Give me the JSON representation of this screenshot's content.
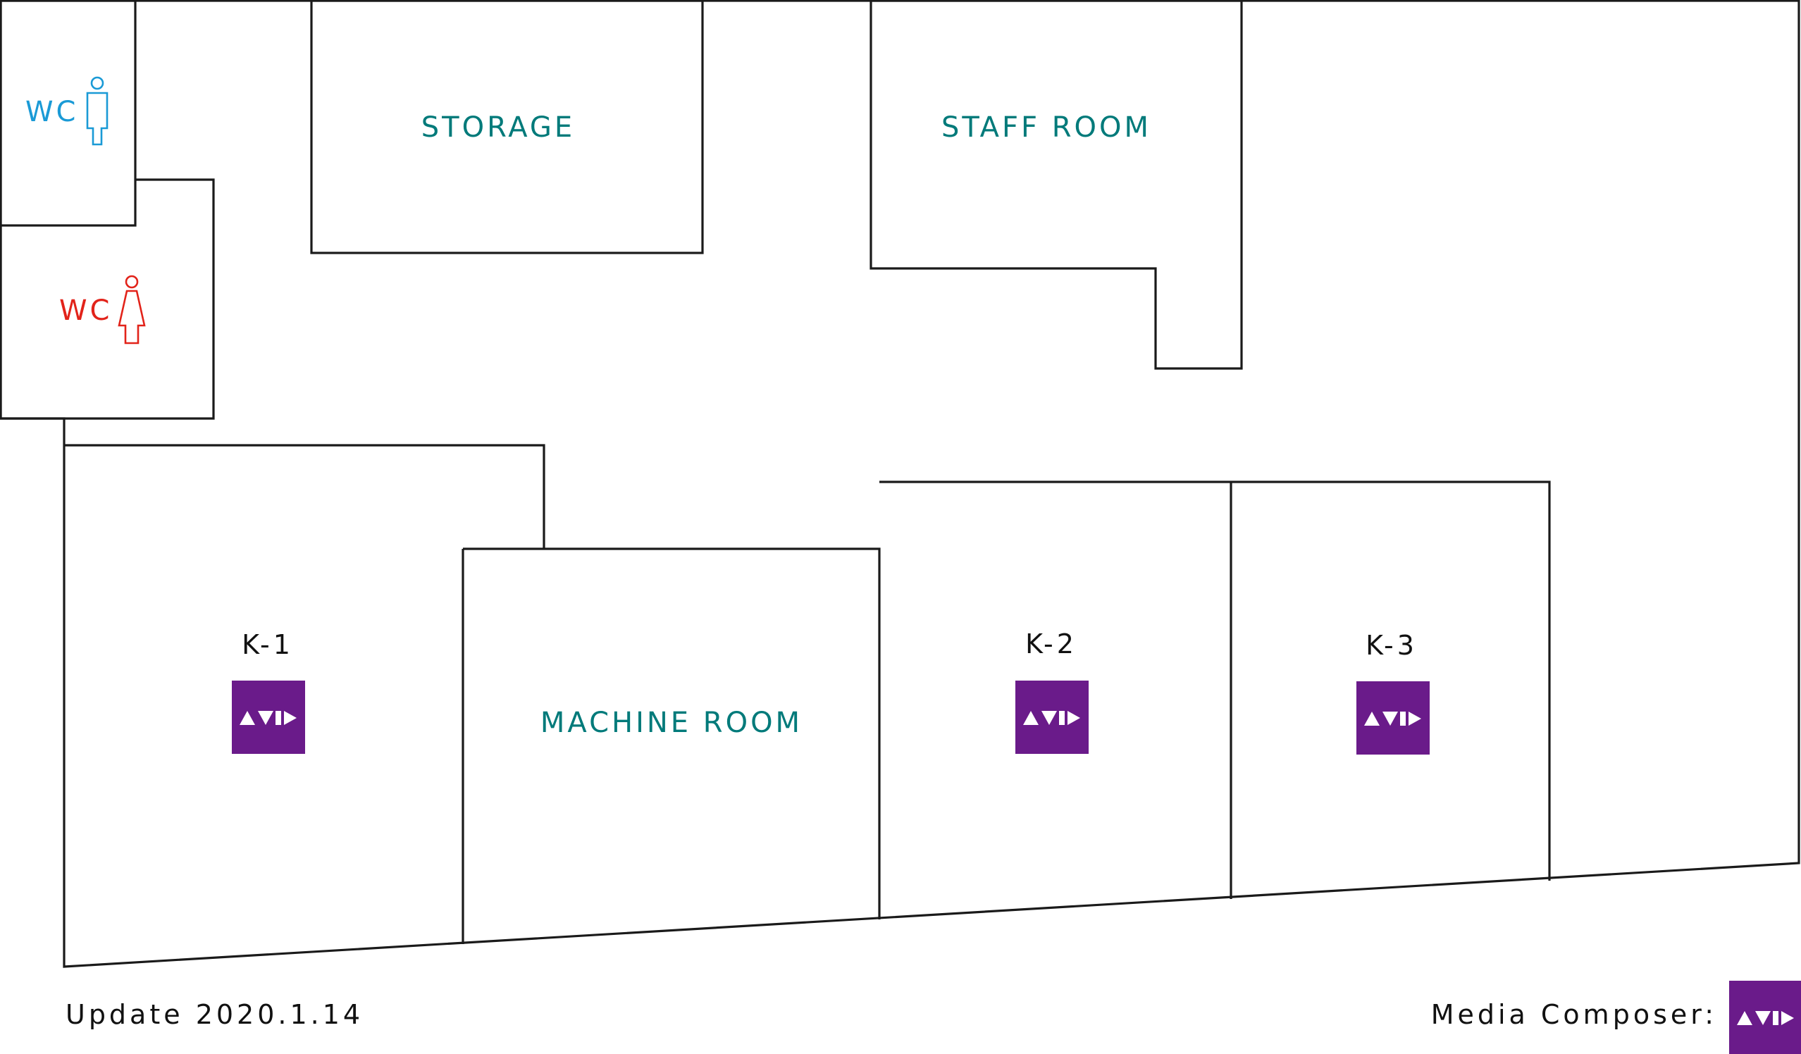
{
  "colors": {
    "room_label": "#007a7a",
    "wc_men": "#1a9ad6",
    "wc_women": "#e2231a",
    "avid_badge": "#6a1b8a",
    "avid_glyph": "#ffffff",
    "wall": "#1a1a1a",
    "text": "#111111"
  },
  "rooms": {
    "wc_men": {
      "label": "WC",
      "icon": "man-icon"
    },
    "wc_women": {
      "label": "WC",
      "icon": "woman-icon"
    },
    "storage": {
      "label": "STORAGE"
    },
    "staff_room": {
      "label": "STAFF ROOM"
    },
    "machine_room": {
      "label": "MACHINE ROOM"
    },
    "k1": {
      "label": "K-1",
      "icon": "avid-logo-icon"
    },
    "k2": {
      "label": "K-2",
      "icon": "avid-logo-icon"
    },
    "k3": {
      "label": "K-3",
      "icon": "avid-logo-icon"
    }
  },
  "footer": {
    "update": "Update 2020.1.14",
    "legend_label": "Media Composer:",
    "legend_icon": "avid-logo-icon"
  }
}
